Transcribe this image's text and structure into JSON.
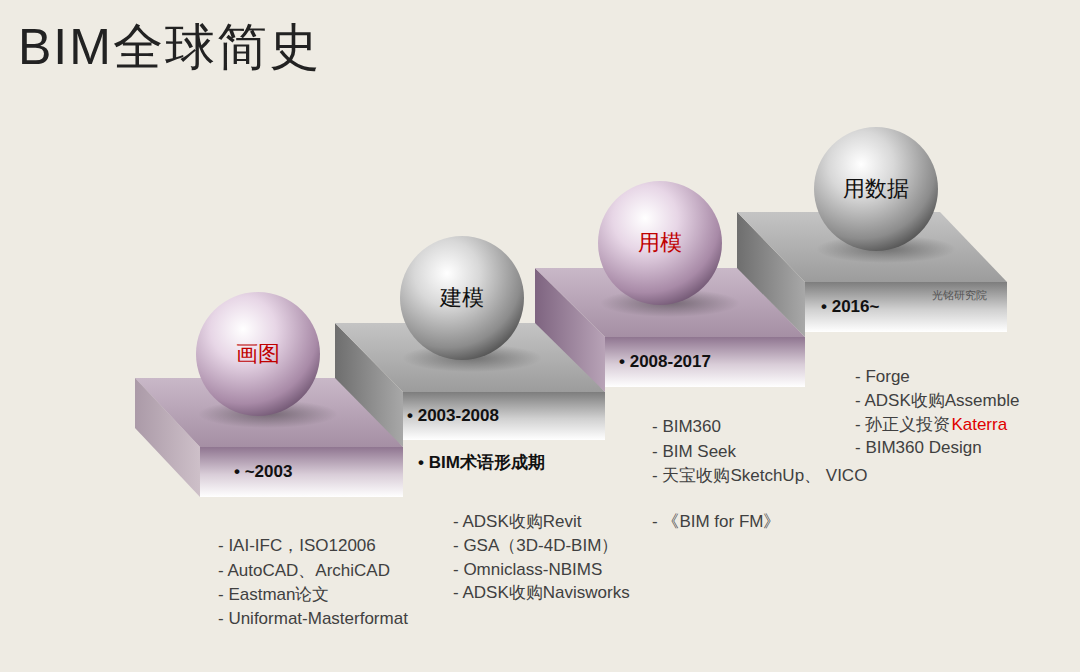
{
  "diagram": {
    "title": "BIM全球简史",
    "nodes": [
      {
        "text": [
          "画图"
        ]
      },
      {
        "text": [
          "• ~2003"
        ]
      },
      {
        "text": [
          "建模"
        ]
      },
      {
        "text": [
          "• 2003-2008"
        ]
      },
      {
        "text": [
          "用模"
        ]
      },
      {
        "text": [
          "• 2008-2017"
        ]
      },
      {
        "text": [
          "用数据"
        ]
      },
      {
        "text": [
          "• 2016~"
        ]
      }
    ],
    "labels": [
      "• BIM术语形成期",
      "光铭研究院",
      "- IAI-IFC，ISO12006",
      "- AutoCAD、ArchiCAD",
      "- Eastman论文",
      "- Uniformat-Masterformat",
      "- ADSK收购Revit",
      "- GSA（3D-4D-BIM）",
      "- Omniclass-NBIMS",
      "- ADSK收购Navisworks",
      "- BIM360",
      "- BIM Seek",
      "- 天宝收购SketchUp、 VICO",
      "- 《BIM for FM》",
      "- Forge",
      "- ADSK收购Assemble",
      "- 孙正义投资",
      "Katerra",
      "- BIM360 Design"
    ]
  }
}
